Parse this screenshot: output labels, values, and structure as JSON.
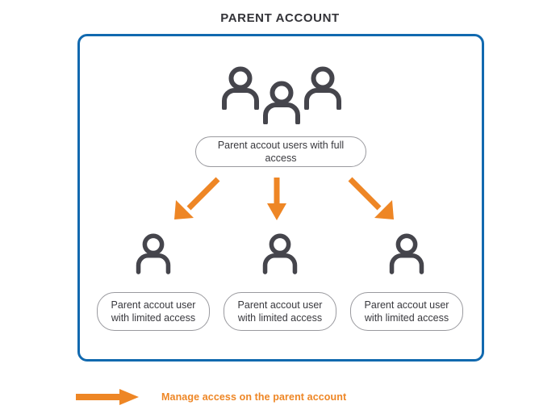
{
  "diagram": {
    "title": "PARENT ACCOUNT",
    "colors": {
      "frame_border": "#1169AF",
      "arrow_orange": "#EE8625",
      "icon_gray": "#45454C",
      "box_border": "#9A9A9F",
      "text_dark": "#38383D",
      "background": "#FFFFFF"
    },
    "top_group": {
      "icon_name": "people-group-icon",
      "icon_count": 3,
      "label": "Parent accout users with full access"
    },
    "arrows": [
      {
        "name": "arrow-down-left",
        "direction": "down-left"
      },
      {
        "name": "arrow-down",
        "direction": "down"
      },
      {
        "name": "arrow-down-right",
        "direction": "down-right"
      }
    ],
    "children": [
      {
        "icon_name": "person-icon",
        "line1": "Parent accout user",
        "line2": "with limited access"
      },
      {
        "icon_name": "person-icon",
        "line1": "Parent accout user",
        "line2": "with limited access"
      },
      {
        "icon_name": "person-icon",
        "line1": "Parent accout user",
        "line2": "with limited access"
      }
    ],
    "legend": {
      "icon_name": "arrow-right-icon",
      "label": "Manage access on the parent account"
    }
  }
}
